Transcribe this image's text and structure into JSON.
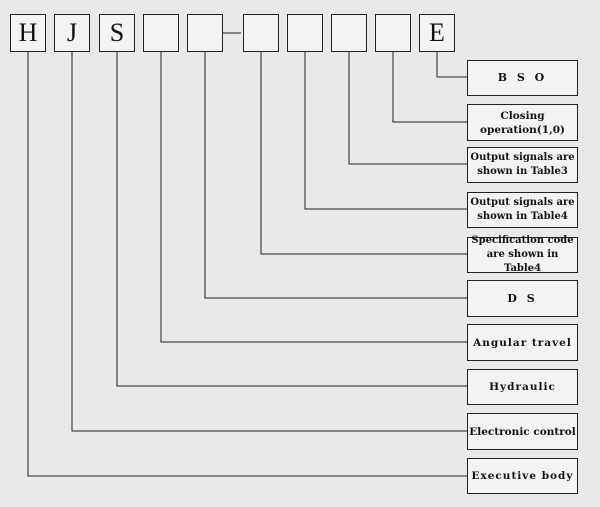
{
  "code_boxes": [
    {
      "id": "h",
      "label": "H"
    },
    {
      "id": "j",
      "label": "J"
    },
    {
      "id": "s",
      "label": "S"
    },
    {
      "id": "blank1",
      "label": ""
    },
    {
      "id": "blank2",
      "label": ""
    },
    {
      "id": "blank3",
      "label": ""
    },
    {
      "id": "blank4",
      "label": ""
    },
    {
      "id": "blank5",
      "label": ""
    },
    {
      "id": "blank6",
      "label": ""
    },
    {
      "id": "e",
      "label": "E"
    }
  ],
  "descriptions": [
    {
      "id": "bso",
      "text": "B S O"
    },
    {
      "id": "closing",
      "text": "Closing operation(1,0)"
    },
    {
      "id": "output3",
      "text": "Output signals are\nshown in Table3"
    },
    {
      "id": "output4",
      "text": "Output signals are\nshown in Table4"
    },
    {
      "id": "spec",
      "text": "Specification code\nare shown in Table4"
    },
    {
      "id": "ds",
      "text": "D S"
    },
    {
      "id": "angular",
      "text": "Angular travel"
    },
    {
      "id": "hydraulic",
      "text": "Hydraulic"
    },
    {
      "id": "electronic",
      "text": "Electronic control"
    },
    {
      "id": "executive",
      "text": "Executive body"
    }
  ]
}
